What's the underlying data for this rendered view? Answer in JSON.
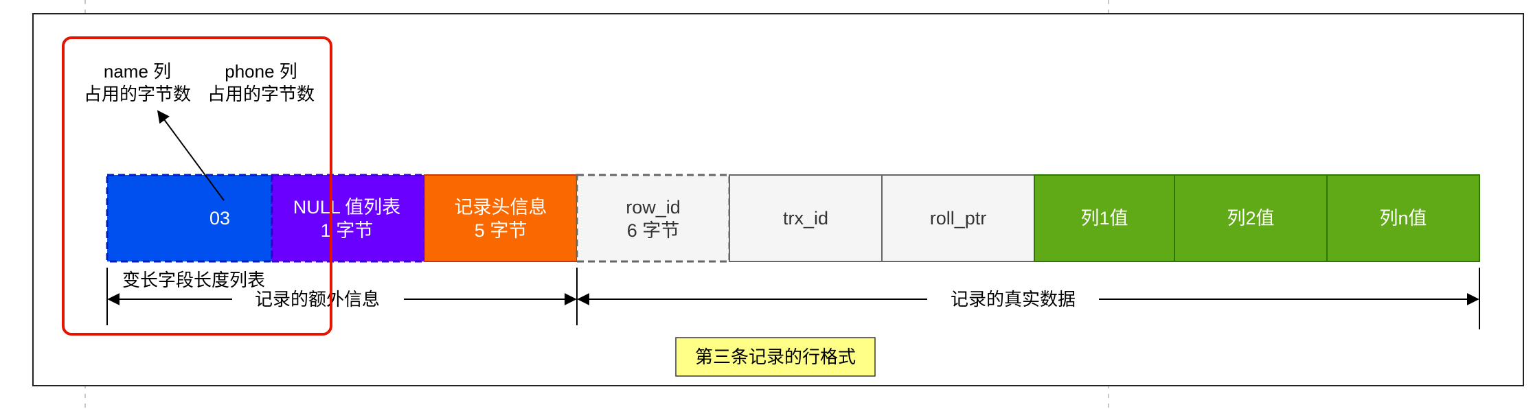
{
  "annotation": {
    "name_col_line1": "name 列",
    "name_col_line2": "占用的字节数",
    "phone_col_line1": "phone 列",
    "phone_col_line2": "占用的字节数"
  },
  "cells": {
    "varlen": {
      "line1": "03"
    },
    "null_list": {
      "line1": "NULL 值列表",
      "line2": "1 字节"
    },
    "record_header": {
      "line1": "记录头信息",
      "line2": "5 字节"
    },
    "row_id": {
      "line1": "row_id",
      "line2": "6 字节"
    },
    "trx_id": {
      "line1": "trx_id"
    },
    "roll_ptr": {
      "line1": "roll_ptr"
    },
    "col1": {
      "line1": "列1值"
    },
    "col2": {
      "line1": "列2值"
    },
    "coln": {
      "line1": "列n值"
    }
  },
  "labels": {
    "varlen_list": "变长字段长度列表",
    "extra_info": "记录的额外信息",
    "real_data": "记录的真实数据",
    "caption": "第三条记录的行格式"
  },
  "colors": {
    "blue": "#0050ef",
    "purple": "#6a00ff",
    "orange": "#fa6800",
    "light": "#f5f5f5",
    "green": "#60a917",
    "highlight": "#e51400",
    "caption_bg": "#ffff88"
  }
}
